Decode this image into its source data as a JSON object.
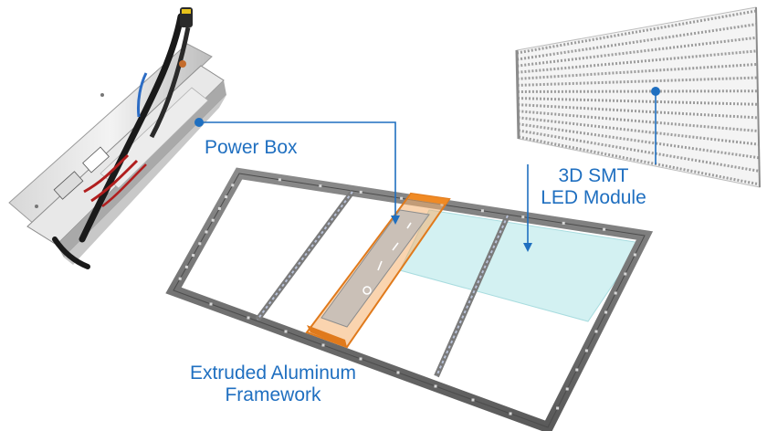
{
  "labels": {
    "power_box": "Power Box",
    "led_module_line1": "3D SMT",
    "led_module_line2": "LED Module",
    "framework_line1": "Extruded Aluminum",
    "framework_line2": "Framework"
  },
  "colors": {
    "label_text": "#1f6fc0",
    "callout_line": "#1f6fc0",
    "frame": "#6b6b6b",
    "power_box_highlight": "#f08a24",
    "led_panel": "#cfeff0"
  },
  "icons": {
    "power_box_photo": "power-box-icon",
    "led_module_photo": "led-module-icon",
    "framework_drawing": "aluminum-frame-icon"
  }
}
